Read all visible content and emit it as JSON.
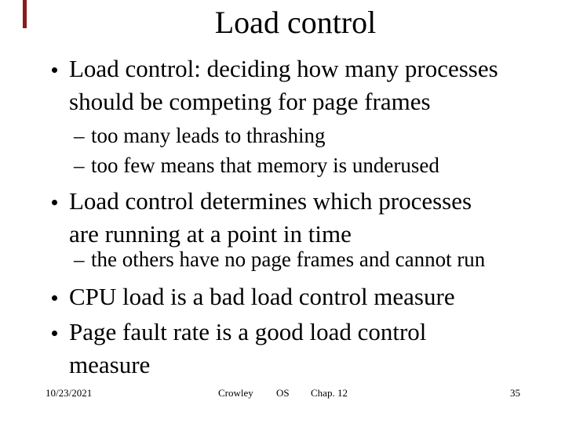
{
  "slide": {
    "title": "Load control",
    "accent_bar_color": "#8F1A1A",
    "markers": {
      "dash": "–"
    },
    "bullets": [
      {
        "level": 1,
        "lines": [
          "Load control: deciding how many processes",
          "should be competing for page frames"
        ]
      },
      {
        "level": 2,
        "lines": [
          "too many leads to thrashing"
        ]
      },
      {
        "level": 2,
        "lines": [
          "too few means that memory is underused"
        ]
      },
      {
        "level": 1,
        "lines": [
          "Load control determines which processes",
          "are running at a point in time"
        ]
      },
      {
        "level": 2,
        "lines": [
          "the others have no page frames and cannot run"
        ]
      },
      {
        "level": 1,
        "lines": [
          "CPU load is a bad load control measure"
        ]
      },
      {
        "level": 1,
        "lines": [
          "Page fault rate is a good load control",
          "measure"
        ]
      }
    ],
    "footer": {
      "date": "10/23/2021",
      "author": "Crowley",
      "course": "OS",
      "chapter": "Chap. 12",
      "page_number": "35"
    }
  }
}
